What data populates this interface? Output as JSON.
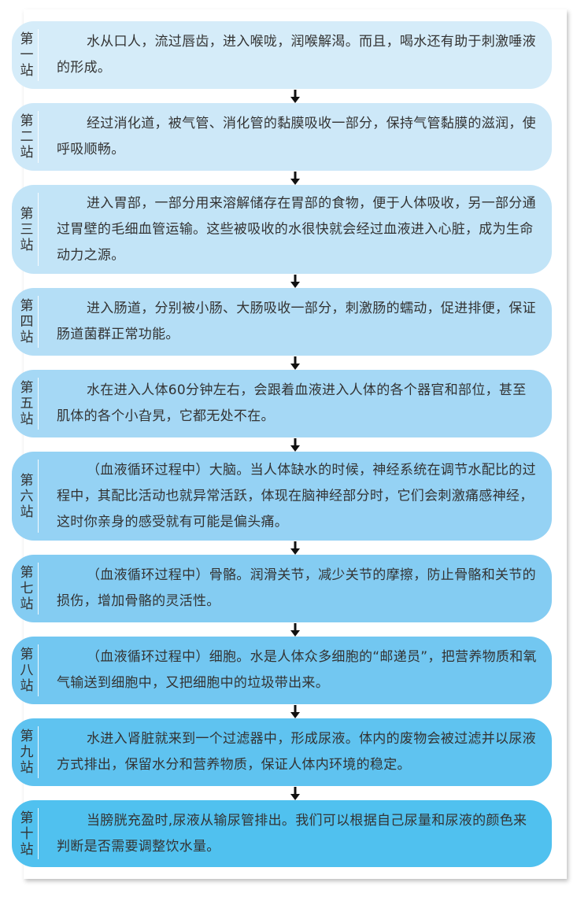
{
  "stations": [
    {
      "label": "第一站",
      "text": "水从口人，流过唇齿，进入喉咙，润喉解渴。而且，喝水还有助于刺激唾液的形成。",
      "color": "#d5ecf9"
    },
    {
      "label": "第二站",
      "text": "经过消化道，被气管、消化管的黏膜吸收一部分，保持气管黏膜的滋润，使呼吸顺畅。",
      "color": "#cde8f8"
    },
    {
      "label": "第三站",
      "text": "进入胃部，一部分用来溶解储存在胃部的食物，便于人体吸收，另一部分通过胃壁的毛细血管运输。这些被吸收的水很快就会经过血液进入心脏，成为生命动力之源。",
      "color": "#c2e4f7"
    },
    {
      "label": "第四站",
      "text": "进入肠道，分别被小肠、大肠吸收一部分，刺激肠的蠕动，促进排便，保证肠道菌群正常功能。",
      "color": "#b4def6"
    },
    {
      "label": "第五站",
      "text": "水在进入人体60分钟左右，会跟着血液进入人体的各个器官和部位，甚至肌体的各个小旮旯，它都无处不在。",
      "color": "#a5d8f5"
    },
    {
      "label": "第六站",
      "text": "（血液循环过程中）大脑。当人体缺水的时候，神经系统在调节水配比的过程中，其配比活动也就异常活跃，体现在脑神经部分时，它们会刺激痛感神经，这时你亲身的感受就有可能是偏头痛。",
      "color": "#95d2f4"
    },
    {
      "label": "第七站",
      "text": "（血液循环过程中）骨骼。润滑关节，减少关节的摩擦，防止骨骼和关节的损伤，增加骨骼的灵活性。",
      "color": "#84ccf2"
    },
    {
      "label": "第八站",
      "text": "（血液循环过程中）细胞。水是人体众多细胞的“邮递员”，把营养物质和氧气输送到细胞中，又把细胞中的垃圾带出来。",
      "color": "#72c7f1"
    },
    {
      "label": "第九站",
      "text": "水进入肾脏就来到一个过滤器中，形成尿液。体内的废物会被过滤并以尿液方式排出，保留水分和营养物质，保证人体内环境的稳定。",
      "color": "#5fc3f0"
    },
    {
      "label": "第十站",
      "text": "当膀胱充盈时,尿液从输尿管排出。我们可以根据自己尿量和尿液的颜色来判断是否需要调整饮水量。",
      "color": "#50c1ef"
    }
  ]
}
